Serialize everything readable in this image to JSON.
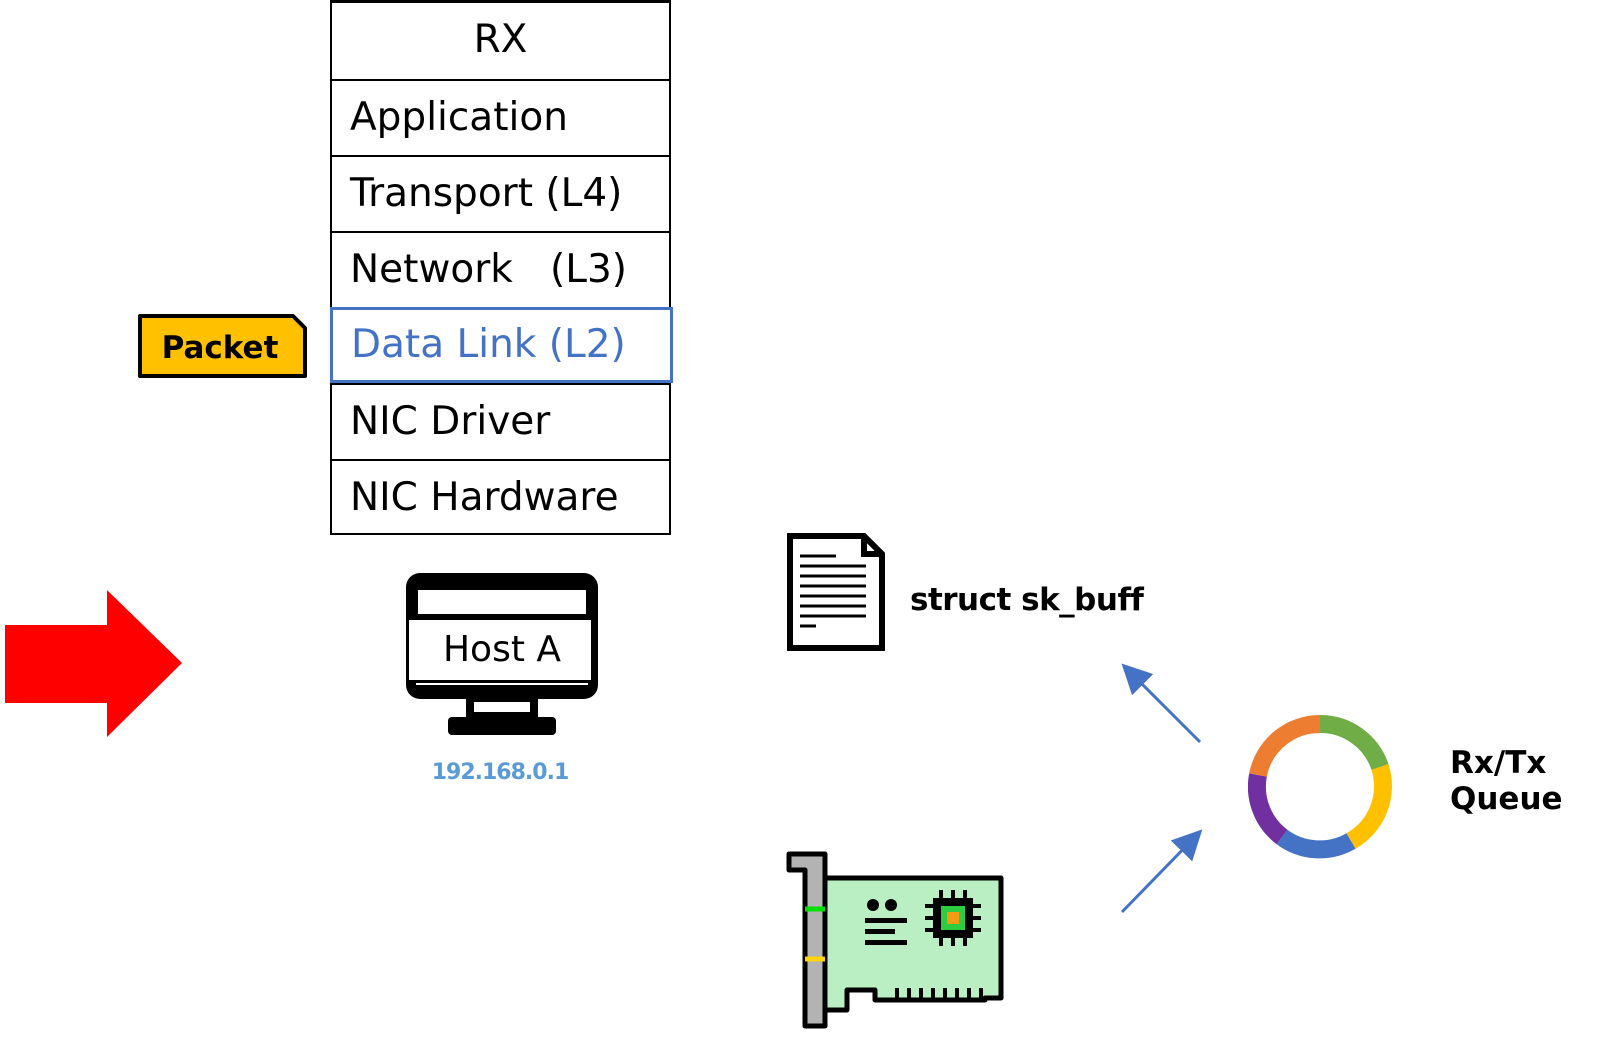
{
  "stack": {
    "layers": [
      {
        "label": "RX"
      },
      {
        "label": "Application"
      },
      {
        "label": "Transport (L4)"
      },
      {
        "label": "Network   (L3)"
      },
      {
        "label": "Data Link (L2)"
      },
      {
        "label": "NIC Driver"
      },
      {
        "label": "NIC Hardware"
      }
    ],
    "active_layer": "Data Link (L2)",
    "active_color": "#4472c4"
  },
  "packet": {
    "label": "Packet",
    "color": "#ffc000"
  },
  "host": {
    "label": "Host A",
    "ip": "192.168.0.1"
  },
  "skbuff": {
    "label": "struct sk_buff",
    "icon": "document-icon"
  },
  "queue": {
    "label_line1": "Rx/Tx",
    "label_line2": "Queue",
    "ring_colors": [
      "#70ad47",
      "#ffc000",
      "#4472c4",
      "#7030a0",
      "#ed7d31"
    ]
  },
  "nic": {
    "icon": "network-card-icon"
  },
  "arrow": {
    "color": "#ff0000"
  }
}
